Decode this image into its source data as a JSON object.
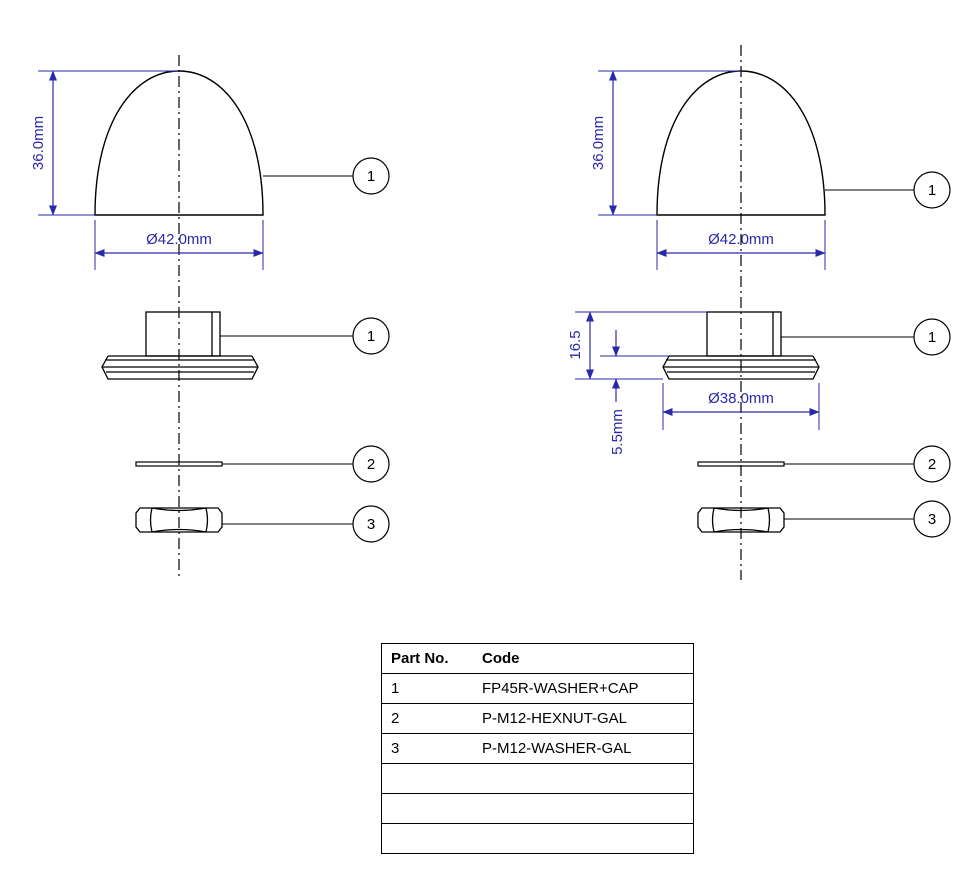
{
  "left_view": {
    "cap_height_label": "36.0mm",
    "cap_diameter_label": "Ø42.0mm",
    "callouts": [
      "1",
      "1",
      "2",
      "3"
    ]
  },
  "right_view": {
    "cap_height_label": "36.0mm",
    "cap_diameter_label": "Ø42.0mm",
    "base_height_label": "16.5",
    "base_diameter_label": "Ø38.0mm",
    "flange_thickness_label": "5.5mm",
    "callouts": [
      "1",
      "1",
      "2",
      "3"
    ]
  },
  "colors": {
    "dimension": "#2a2aa8",
    "line": "#000000"
  },
  "parts_table": {
    "headers": [
      "Part No.",
      "Code"
    ],
    "rows": [
      [
        "1",
        "FP45R-WASHER+CAP"
      ],
      [
        "2",
        "P-M12-HEXNUT-GAL"
      ],
      [
        "3",
        "P-M12-WASHER-GAL"
      ],
      [
        "",
        ""
      ],
      [
        "",
        ""
      ],
      [
        "",
        ""
      ]
    ]
  }
}
